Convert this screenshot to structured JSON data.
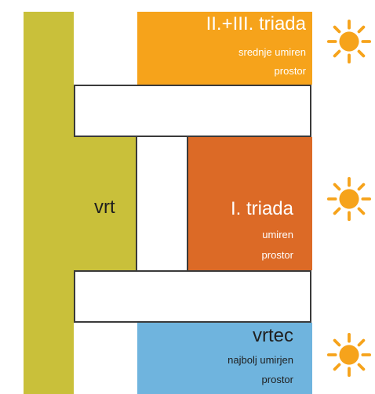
{
  "zones": {
    "upper": {
      "title": "II.+III. triada",
      "line1": "srednje umiren",
      "line2": "prostor"
    },
    "middle": {
      "title": "I. triada",
      "line1": "umiren",
      "line2": "prostor"
    },
    "lower": {
      "title": "vrtec",
      "line1": "najbolj umirjen",
      "line2": "prostor"
    },
    "garden": {
      "label": "vrt"
    }
  },
  "colors": {
    "green": "#c9c03a",
    "orange": "#f6a31b",
    "rust": "#dc6a26",
    "blue": "#6fb4de",
    "sun": "#f6a31b"
  },
  "icons": [
    "sun-icon",
    "sun-icon",
    "sun-icon"
  ]
}
